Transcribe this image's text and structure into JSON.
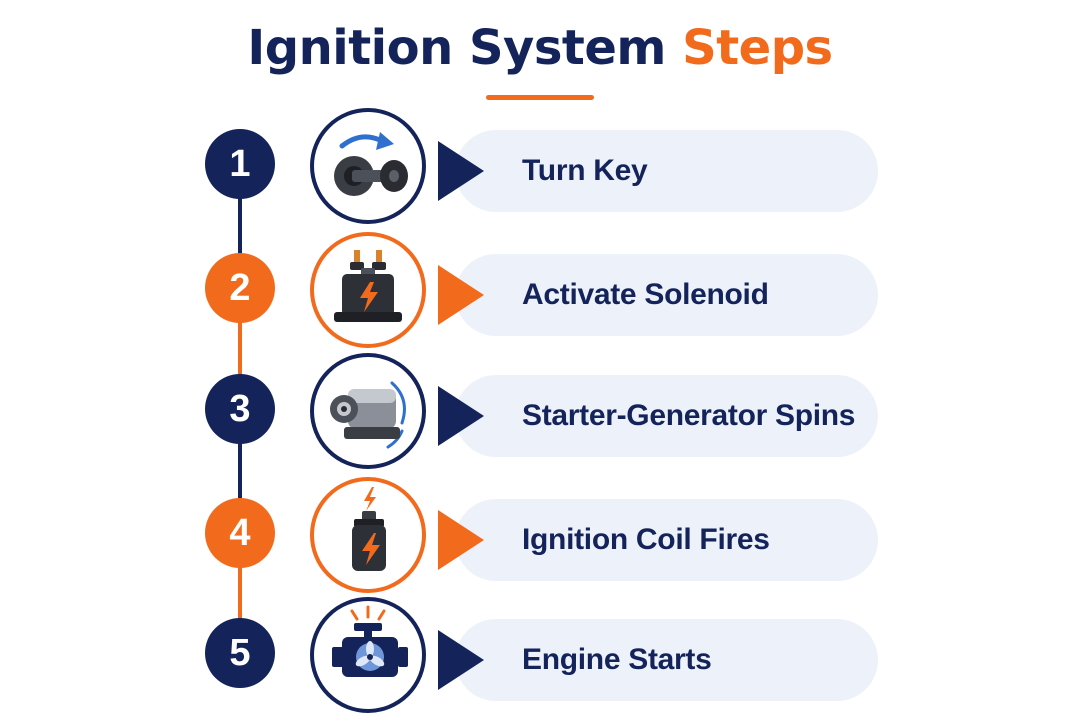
{
  "title": {
    "main": "Ignition System",
    "accent": "Steps"
  },
  "colors": {
    "navy": "#14245a",
    "orange": "#f26b1d",
    "pill": "#edf1f9"
  },
  "steps": [
    {
      "number": "1",
      "label": "Turn Key",
      "color": "navy",
      "icon": "ignition-key-icon"
    },
    {
      "number": "2",
      "label": "Activate Solenoid",
      "color": "orange",
      "icon": "solenoid-icon"
    },
    {
      "number": "3",
      "label": "Starter-Generator Spins",
      "color": "navy",
      "icon": "starter-generator-icon"
    },
    {
      "number": "4",
      "label": "Ignition Coil Fires",
      "color": "orange",
      "icon": "ignition-coil-icon"
    },
    {
      "number": "5",
      "label": "Engine Starts",
      "color": "navy",
      "icon": "engine-icon"
    }
  ]
}
